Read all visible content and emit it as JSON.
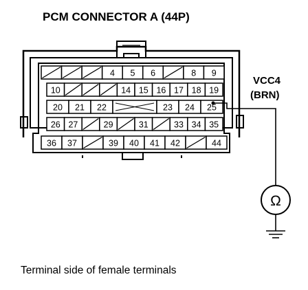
{
  "title": "PCM CONNECTOR A (44P)",
  "caption": "Terminal side of female terminals",
  "meter": {
    "symbol": "Ω"
  },
  "wire_label": {
    "line1": "VCC4",
    "line2": "(BRN)"
  },
  "probe_terminal": "25",
  "rows": [
    [
      "/",
      "/",
      "/",
      "4",
      "5",
      "6",
      "/",
      "8",
      "9"
    ],
    [
      "10",
      "/",
      "/",
      "/",
      "14",
      "15",
      "16",
      "17",
      "18",
      "19"
    ],
    [
      "20",
      "21",
      "22",
      "X",
      "23",
      "24",
      "25"
    ],
    [
      "26",
      "27",
      "/",
      "29",
      "/",
      "31",
      "/",
      "33",
      "34",
      "35"
    ],
    [
      "36",
      "37",
      "/",
      "39",
      "40",
      "41",
      "42",
      "/",
      "44"
    ]
  ]
}
